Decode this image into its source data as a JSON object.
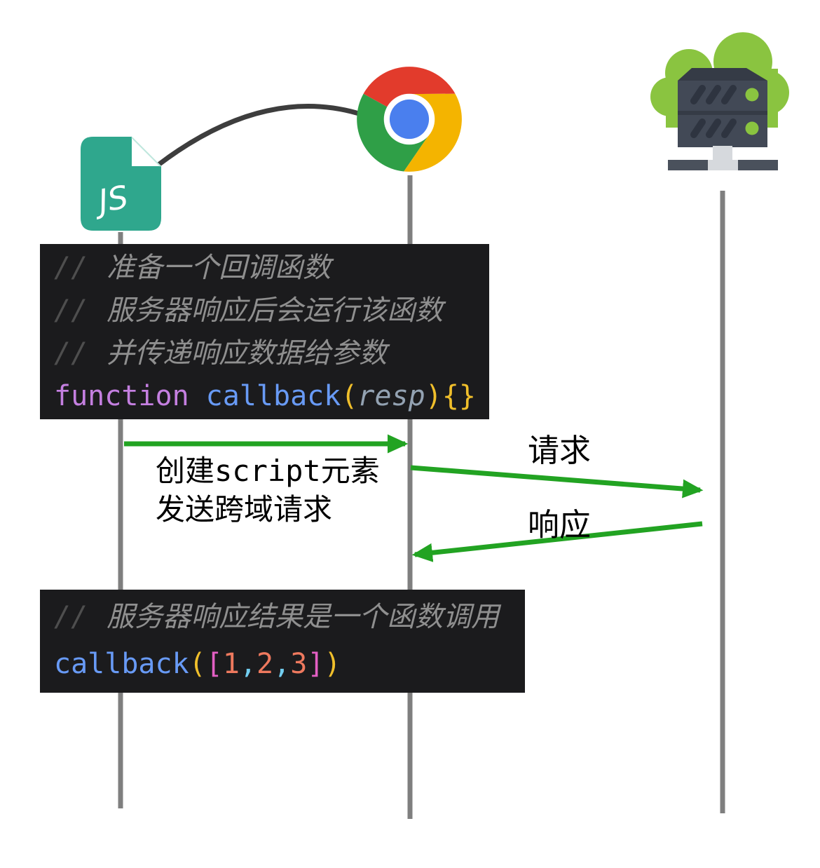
{
  "diagram": {
    "entities": {
      "js_file": {
        "icon": "js-file-icon",
        "label": "JS"
      },
      "browser": {
        "icon": "chrome-icon"
      },
      "server": {
        "icon": "cloud-server-icon"
      }
    },
    "code_block_1": {
      "comments": [
        {
          "slashes": "//",
          "text": "准备一个回调函数"
        },
        {
          "slashes": "//",
          "text": "服务器响应后会运行该函数"
        },
        {
          "slashes": "//",
          "text": "并传递响应数据给参数"
        }
      ],
      "code": {
        "keyword": "function",
        "fn": "callback",
        "open_paren": "(",
        "param": "resp",
        "close_paren": ")",
        "braces": "{}"
      }
    },
    "code_block_2": {
      "comments": [
        {
          "slashes": "//",
          "text": "服务器响应结果是一个函数调用"
        }
      ],
      "code": {
        "fn": "callback",
        "open_paren": "(",
        "open_bracket": "[",
        "n1": "1",
        "comma1": ",",
        "n2": "2",
        "comma2": ",",
        "n3": "3",
        "close_bracket": "]",
        "close_paren": ")"
      }
    },
    "messages": {
      "create_script": {
        "line1": "创建script元素",
        "line2": "发送跨域请求"
      },
      "request": "请求",
      "response": "响应"
    },
    "colors": {
      "arrow_green": "#22a322",
      "lifeline_gray": "#7f7f7f",
      "connector_gray": "#3d3d3d",
      "code_background": "#1b1b1d",
      "comment_gray": "#8f8f8f",
      "comment_slash_gray": "#4e4e4e",
      "keyword_purple": "#c47fe0",
      "function_blue": "#689af5",
      "paren_gold": "#f0bf2b",
      "param_slate": "#93a2b2",
      "bracket_magenta": "#e35fc4",
      "number_salmon": "#ee795e",
      "comma_cyan": "#72cef0",
      "js_file_teal": "#2fa78d",
      "cloud_green": "#8ac440",
      "server_slate": "#424956",
      "chrome_red": "#e23b2c",
      "chrome_green": "#2f9f47",
      "chrome_yellow": "#f4b400",
      "chrome_blue": "#4a7fee"
    }
  }
}
